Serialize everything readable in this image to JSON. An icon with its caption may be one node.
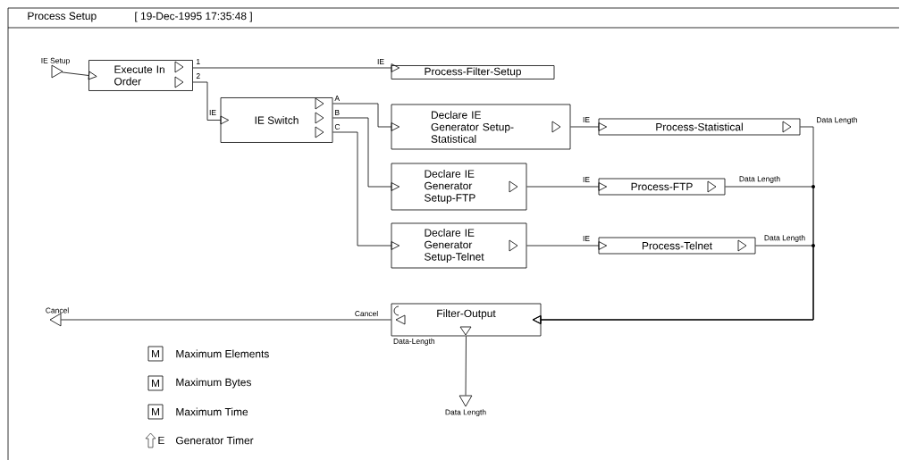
{
  "diagram": {
    "title": "Process Setup",
    "nodes": [
      {
        "text": [
          "IE Setup"
        ]
      },
      {
        "text": [
          "Execute In Order"
        ]
      },
      {
        "text": [
          "Process-Filter-Setup"
        ]
      },
      {
        "text": [
          "IE Switch"
        ]
      },
      {
        "text": [
          "Declare IE Generator Setup-Statistical"
        ]
      },
      {
        "text": [
          "Declare IE Generator Setup-FTP"
        ]
      },
      {
        "text": [
          "Declare IE Generator Setup-Telnet"
        ]
      },
      {
        "text": [
          "Process-Statistical"
        ]
      },
      {
        "text": [
          "Process-FTP"
        ]
      },
      {
        "text": [
          "Process-Telnet"
        ]
      },
      {
        "text": [
          "Filter-Output"
        ],
        "beside": [
          "Data-Length"
        ]
      },
      {
        "text": [
          "Cancel"
        ]
      },
      {
        "text": [
          "Data Length"
        ]
      }
    ],
    "edges": [
      {
        "from": 0,
        "to": 1,
        "arrow": "to"
      },
      {
        "from": 1,
        "to": 2,
        "arrow": "to",
        "label": "IE"
      },
      {
        "from": 1,
        "to": 3,
        "arrow": "to",
        "label": "IE"
      },
      {
        "from": 3,
        "to": 4,
        "arrow": "to"
      },
      {
        "from": 3,
        "to": 5,
        "arrow": "to"
      },
      {
        "from": 3,
        "to": 6,
        "arrow": "to"
      },
      {
        "from": 4,
        "to": 7,
        "arrow": "to",
        "label": "IE"
      },
      {
        "from": 5,
        "to": 8,
        "arrow": "to",
        "label": "IE"
      },
      {
        "from": 6,
        "to": 9,
        "arrow": "to",
        "label": "IE"
      },
      {
        "from": 7,
        "to": 10,
        "arrow": "to",
        "label": "Data Length"
      },
      {
        "from": 8,
        "to": 10,
        "arrow": "to",
        "label": "Data Length"
      },
      {
        "from": 9,
        "to": 10,
        "arrow": "to",
        "label": "Data Length"
      },
      {
        "from": 10,
        "to": 11,
        "arrow": "none",
        "label": "Cancel"
      },
      {
        "from": 10,
        "to": 12,
        "arrow": "none"
      }
    ],
    "labels": [
      "[ 19-Dec-1995 17:35:48 ]",
      "1",
      "2",
      "A",
      "B",
      "C",
      "M",
      "M",
      "M",
      "E"
    ],
    "legend": [
      {
        "text": "Maximum Elements"
      },
      {
        "text": "Maximum Bytes"
      },
      {
        "text": "Maximum Time"
      },
      {
        "text": "Generator Timer"
      }
    ]
  }
}
